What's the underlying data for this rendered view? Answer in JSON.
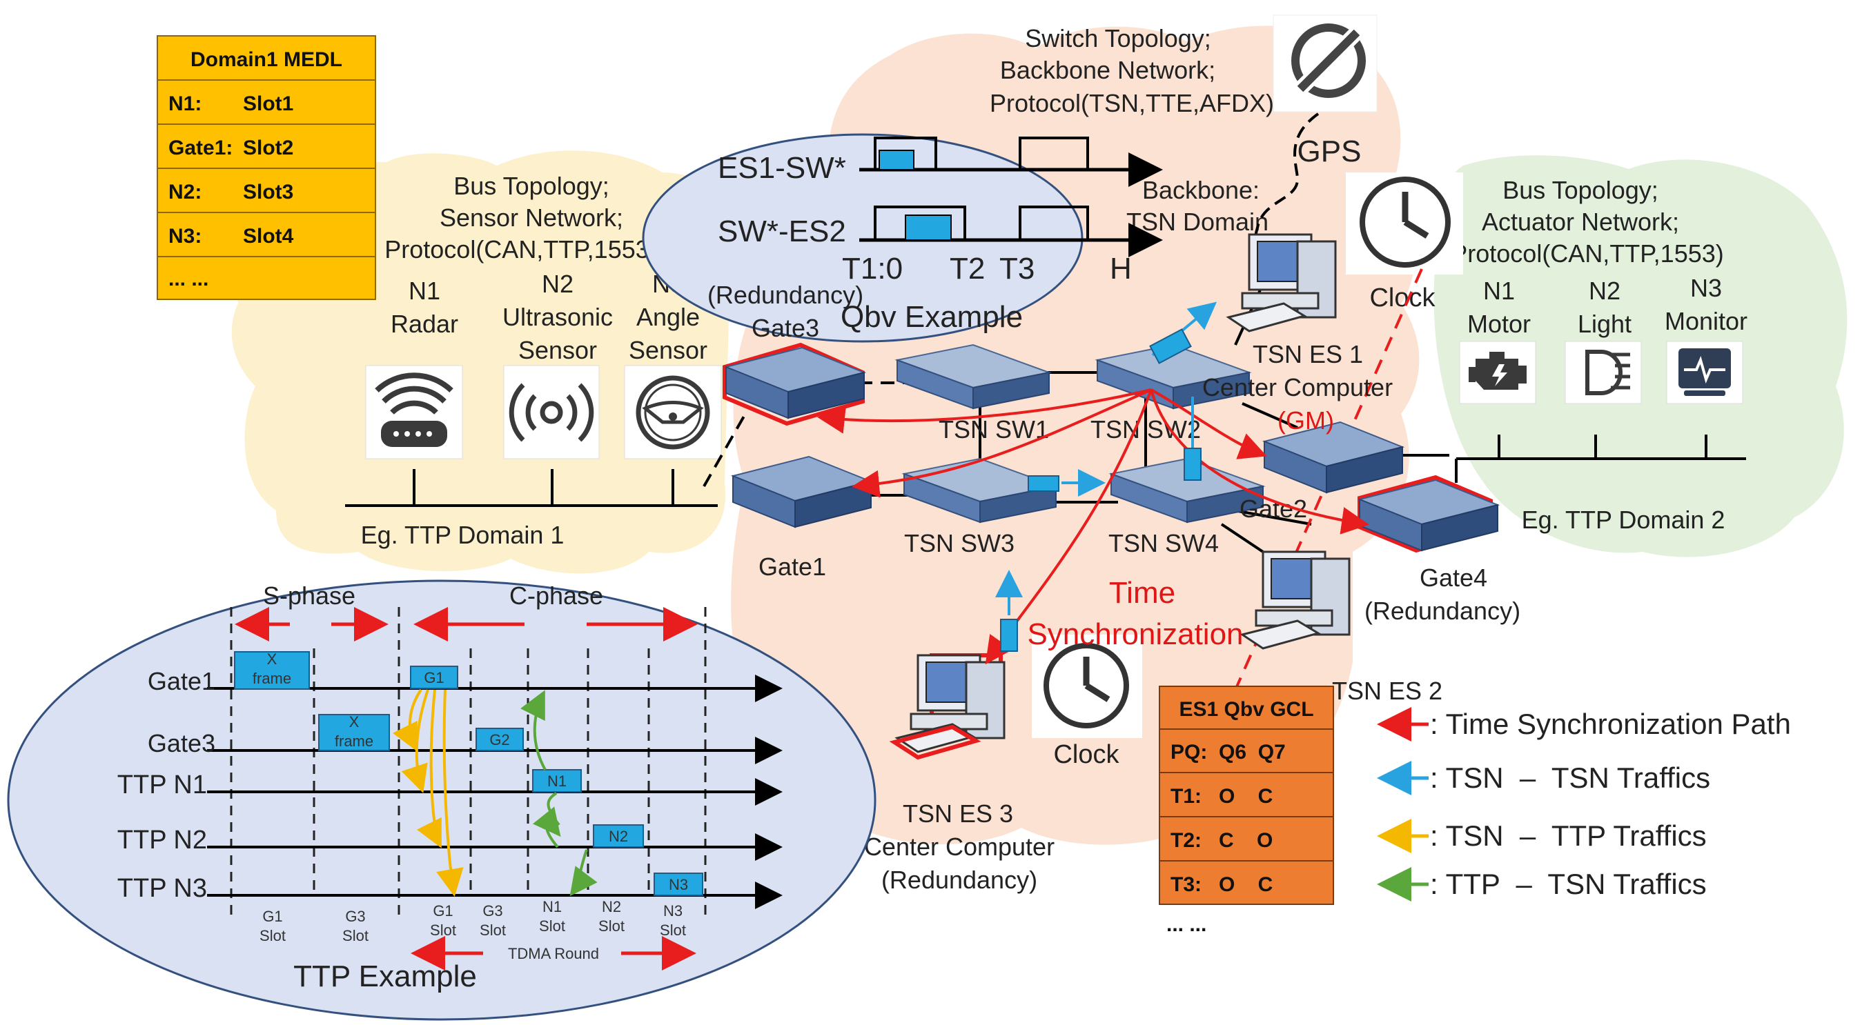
{
  "domain1_medl": {
    "title": "Domain1 MEDL",
    "rows": [
      {
        "node": "N1:",
        "slot": "Slot1"
      },
      {
        "node": "Gate1:",
        "slot": "Slot2"
      },
      {
        "node": "N2:",
        "slot": "Slot3"
      },
      {
        "node": "N3:",
        "slot": "Slot4"
      }
    ],
    "more": "... ..."
  },
  "left_cloud": {
    "desc": [
      "Bus Topology;",
      "Sensor Network;",
      "Protocol(CAN,TTP,1553)"
    ],
    "nodes": [
      {
        "id": "N1",
        "name": "Radar"
      },
      {
        "id": "N2",
        "name": "Ultrasonic",
        "name2": "Sensor"
      },
      {
        "id": "N3",
        "name": "Angle",
        "name2": "Sensor"
      }
    ],
    "domain_label": "Eg. TTP Domain 1"
  },
  "right_cloud": {
    "desc": [
      "Bus Topology;",
      "Actuator Network;",
      "Protocol(CAN,TTP,1553)"
    ],
    "nodes": [
      {
        "id": "N1",
        "name": "Motor"
      },
      {
        "id": "N2",
        "name": "Light"
      },
      {
        "id": "N3",
        "name": "Monitor"
      }
    ],
    "domain_label": "Eg. TTP Domain 2"
  },
  "center_cloud": {
    "desc": [
      "Switch Topology;",
      "Backbone Network;",
      "Protocol(TSN,TTE,AFDX)"
    ],
    "gps_label": "GPS",
    "backbone_label": [
      "Backbone:",
      "TSN Domain"
    ],
    "clock_top_label": "Clock",
    "clock_bottom_label": "Clock",
    "switches": [
      "TSN SW1",
      "TSN SW2",
      "TSN SW3",
      "TSN SW4"
    ],
    "gates": {
      "gate1": "Gate1",
      "gate2": "Gate2",
      "gate3": [
        "(Redundancy)",
        "Gate3"
      ],
      "gate4": [
        "Gate4",
        "(Redundancy)"
      ]
    },
    "es1": [
      "TSN ES 1",
      "Center Computer",
      "(GM)"
    ],
    "es2": "TSN ES 2",
    "es3": [
      "TSN ES 3",
      "Center Computer",
      "(Redundancy)"
    ],
    "time_sync": [
      "Time",
      "Synchronization"
    ]
  },
  "qbv_example": {
    "rows": [
      "ES1-SW*",
      "SW*-ES2"
    ],
    "times": [
      "T1:0",
      "T2",
      "T3",
      "H"
    ],
    "title": "Qbv Example"
  },
  "ttp_example": {
    "phases": [
      "S-phase",
      "C-phase"
    ],
    "rows": [
      "Gate1",
      "Gate3",
      "TTP N1",
      "TTP N2",
      "TTP N3"
    ],
    "frames": [
      {
        "line1": "X",
        "line2": "frame"
      },
      {
        "line1": "X",
        "line2": "frame"
      },
      {
        "line1": "G1",
        "line2": ""
      },
      {
        "line1": "G2",
        "line2": ""
      },
      {
        "line1": "N1",
        "line2": ""
      },
      {
        "line1": "N2",
        "line2": ""
      },
      {
        "line1": "N3",
        "line2": ""
      }
    ],
    "slots": [
      {
        "a": "G1",
        "b": "Slot"
      },
      {
        "a": "G3",
        "b": "Slot"
      },
      {
        "a": "G1",
        "b": "Slot"
      },
      {
        "a": "G3",
        "b": "Slot"
      },
      {
        "a": "N1",
        "b": "Slot"
      },
      {
        "a": "N2",
        "b": "Slot"
      },
      {
        "a": "N3",
        "b": "Slot"
      }
    ],
    "round_label": "TDMA Round",
    "title": "TTP Example"
  },
  "es1_gcl": {
    "title": "ES1 Qbv GCL",
    "rows": [
      "PQ:  Q6  Q7",
      "T1:   O    C",
      "T2:   C    O",
      "T3:   O    C"
    ],
    "more": "... ..."
  },
  "legend": [
    {
      "color": "#e81d1d",
      "text": ": Time Synchronization Path"
    },
    {
      "color": "#29a3e0",
      "text": ": TSN  –  TSN Traffics"
    },
    {
      "color": "#f5b800",
      "text": ": TSN  –  TTP Traffics"
    },
    {
      "color": "#5aa83c",
      "text": ": TTP  –  TSN Traffics"
    }
  ],
  "colors": {
    "medl_fill": "#ffc000",
    "gcl_fill": "#ed7d31",
    "left_cloud": "#fdf0cc",
    "center_cloud": "#fbe2d2",
    "right_cloud": "#e3f0dc",
    "ellipse": "#d9e1f2",
    "frame": "#22a7e0",
    "sync": "#e81d1d"
  }
}
